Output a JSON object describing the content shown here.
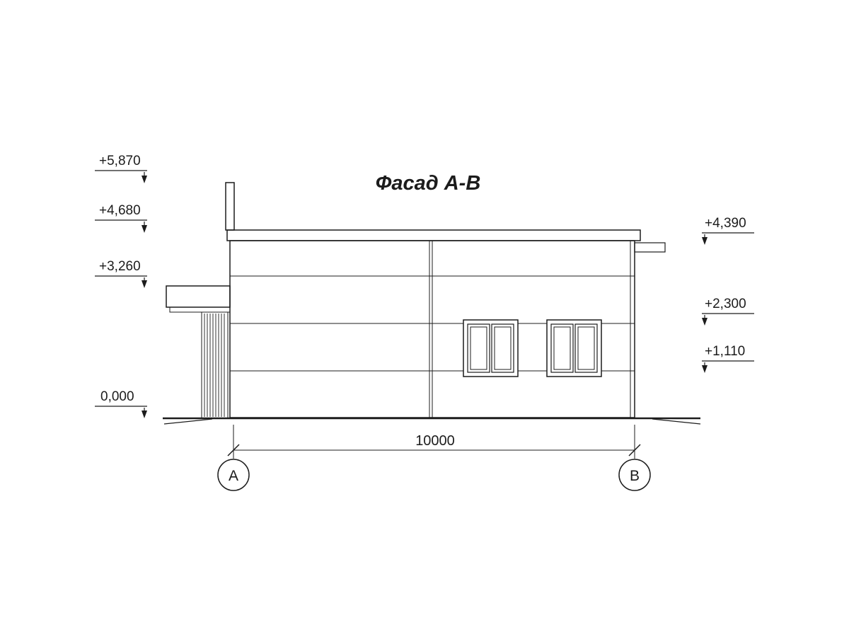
{
  "title": "Фасад А-В",
  "elevations": {
    "left": [
      {
        "value": "+5,870"
      },
      {
        "value": "+4,680"
      },
      {
        "value": "+3,260"
      },
      {
        "value": "0,000"
      }
    ],
    "right": [
      {
        "value": "+4,390"
      },
      {
        "value": "+2,300"
      },
      {
        "value": "+1,110"
      }
    ]
  },
  "dimension": {
    "value": "10000"
  },
  "axes": [
    {
      "label": "А"
    },
    {
      "label": "В"
    }
  ],
  "colors": {
    "line": "#1c1c1c",
    "background": "#ffffff"
  }
}
